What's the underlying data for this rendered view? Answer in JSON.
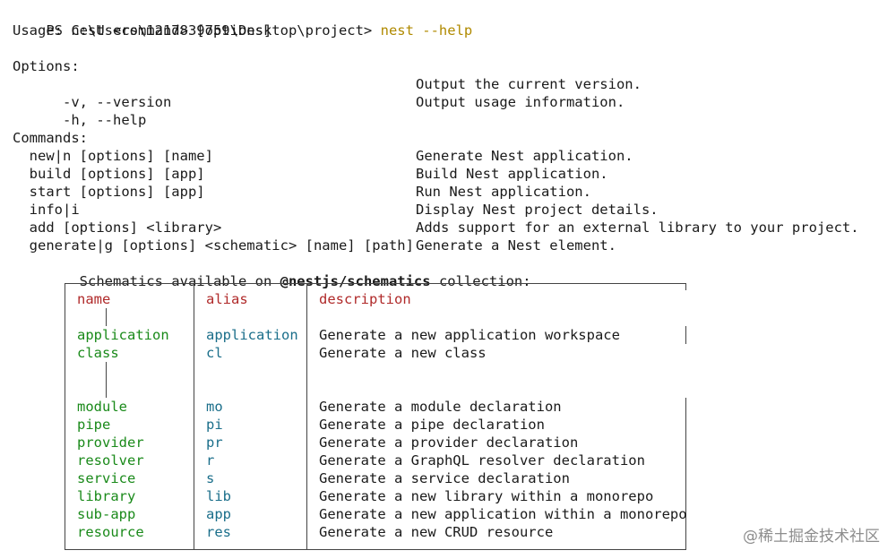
{
  "prompt": {
    "prefix": "PS C:\\Users\\1217839759\\Desktop\\project> ",
    "command": "nest --help"
  },
  "usage": "Usage: nest <command> [options]",
  "options_header": "Options:",
  "options": [
    {
      "flag": "  -v, --version",
      "desc": "Output the current version."
    },
    {
      "flag": "  -h, --help",
      "desc": "Output usage information."
    }
  ],
  "commands_header": "Commands:",
  "commands": [
    {
      "cmd": "  new|n [options] [name]",
      "desc": "Generate Nest application."
    },
    {
      "cmd": "  build [options] [app]",
      "desc": "Build Nest application."
    },
    {
      "cmd": "  start [options] [app]",
      "desc": "Run Nest application."
    },
    {
      "cmd": "  info|i",
      "desc": "Display Nest project details."
    },
    {
      "cmd": "  add [options] <library>",
      "desc": "Adds support for an external library to your project."
    },
    {
      "cmd": "  generate|g [options] <schematic> [name] [path]",
      "desc": "Generate a Nest element."
    }
  ],
  "schematics_note": {
    "before": "    Schematics available on ",
    "bold": "@nestjs/schematics",
    "after": " collection:"
  },
  "table": {
    "headers": [
      "name",
      "alias",
      "description"
    ],
    "rows": [
      {
        "name": "application",
        "alias": "application",
        "description": "Generate a new application workspace"
      },
      {
        "name": "class",
        "alias": "cl",
        "description": "Generate a new class"
      },
      {
        "name": "module",
        "alias": "mo",
        "description": "Generate a module declaration"
      },
      {
        "name": "pipe",
        "alias": "pi",
        "description": "Generate a pipe declaration"
      },
      {
        "name": "provider",
        "alias": "pr",
        "description": "Generate a provider declaration"
      },
      {
        "name": "resolver",
        "alias": "r",
        "description": "Generate a GraphQL resolver declaration"
      },
      {
        "name": "service",
        "alias": "s",
        "description": "Generate a service declaration"
      },
      {
        "name": "library",
        "alias": "lib",
        "description": "Generate a new library within a monorepo"
      },
      {
        "name": "sub-app",
        "alias": "app",
        "description": "Generate a new application within a monorepo"
      },
      {
        "name": "resource",
        "alias": "res",
        "description": "Generate a new CRUD resource"
      }
    ]
  },
  "watermark": "@稀土掘金技术社区"
}
